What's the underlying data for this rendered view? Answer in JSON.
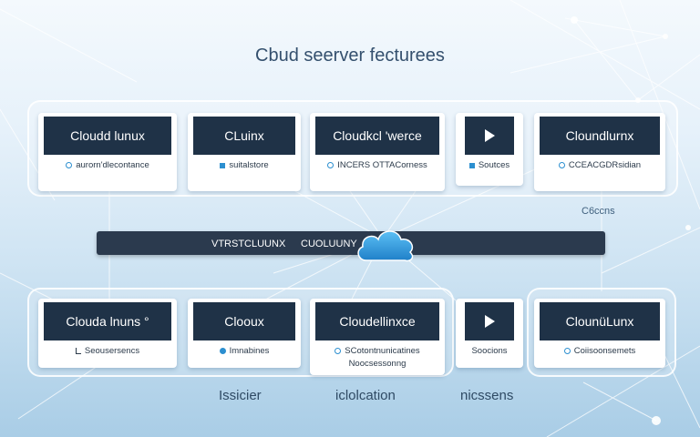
{
  "title": "Cbud seerver fecturees",
  "top_row": [
    {
      "head": "Cloudd lunux",
      "sub": "aurorn'dlecontance",
      "icon": "dot"
    },
    {
      "head": "CLuinx",
      "sub": "suitalstore",
      "icon": "square"
    },
    {
      "head": "Cloudkcl 'werce",
      "sub": "INCERS OTTACorness",
      "icon": "dot"
    },
    {
      "head": "",
      "sub": "Soutces",
      "icon": "square",
      "head_icon": "play-icon"
    },
    {
      "head": "Cloundlurnx",
      "sub": "CCEACGDRsidian",
      "icon": "dot"
    }
  ],
  "bottom_row": [
    {
      "head": "Clouda lnuns °",
      "sub": "Seousersencs",
      "icon": "none"
    },
    {
      "head": "Clooux",
      "sub": "Imnabines",
      "icon": "dot-fill"
    },
    {
      "head": "Cloudellinxce",
      "sub": "SCotontnunicatines",
      "sub2": "Noocsessonng",
      "icon": "dot"
    },
    {
      "head": "",
      "sub": "Soocions",
      "icon": "none",
      "head_icon": "play-icon"
    },
    {
      "head": "ClounüLunx",
      "sub": "Coiisoonsemets",
      "icon": "dot"
    }
  ],
  "bar": {
    "left_label": "VTRSTCLUUNX",
    "right_label": "CUOLUUNY"
  },
  "side_label": "C6ccns",
  "bottom_labels": [
    "Issicier",
    "iclolcation",
    "nicssens"
  ],
  "colors": {
    "card_head": "#1f3247",
    "accent": "#2c8fd0",
    "bar": "#2b3a4e"
  }
}
